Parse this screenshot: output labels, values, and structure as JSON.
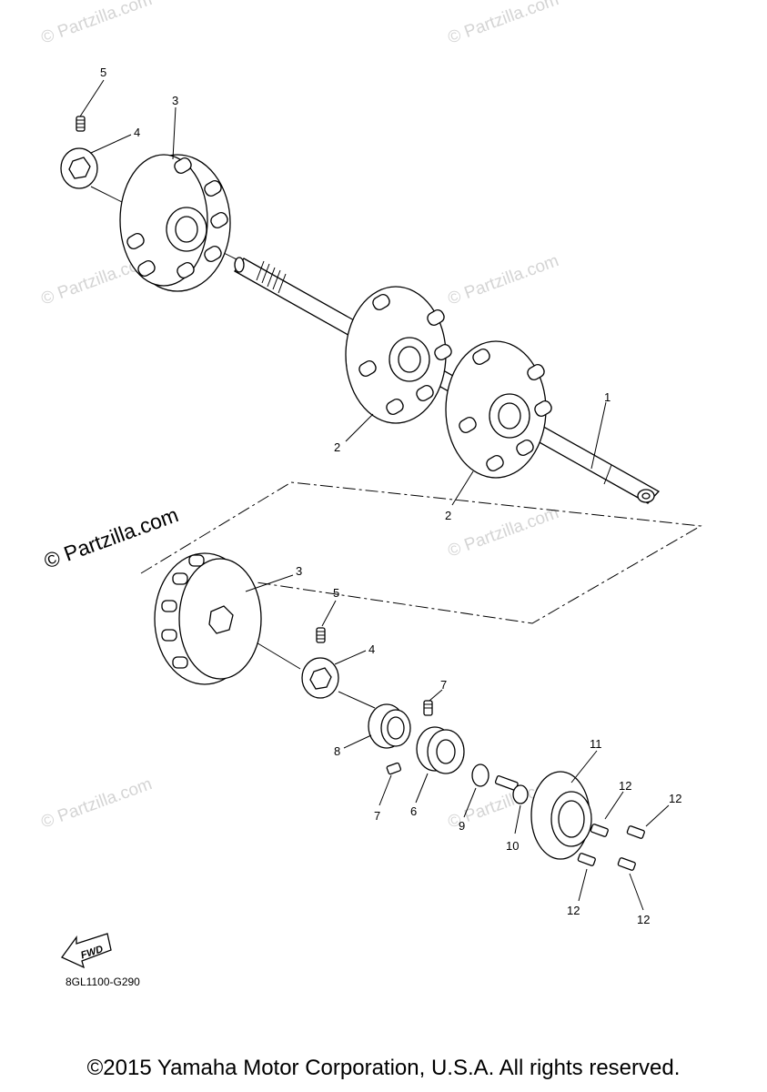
{
  "watermark": "© Partzilla.com",
  "watermark_main": "© Partzilla.com",
  "callouts": {
    "c1": "1",
    "c2a": "2",
    "c2b": "2",
    "c3a": "3",
    "c3b": "3",
    "c4a": "4",
    "c4b": "4",
    "c5a": "5",
    "c5b": "5",
    "c6": "6",
    "c7a": "7",
    "c7b": "7",
    "c8": "8",
    "c9": "9",
    "c10": "10",
    "c11": "11",
    "c12a": "12",
    "c12b": "12",
    "c12c": "12",
    "c12d": "12"
  },
  "fwd_label": "FWD",
  "diagram_code": "8GL1100-G290",
  "copyright": "©2015 Yamaha Motor Corporation, U.S.A. All rights reserved."
}
